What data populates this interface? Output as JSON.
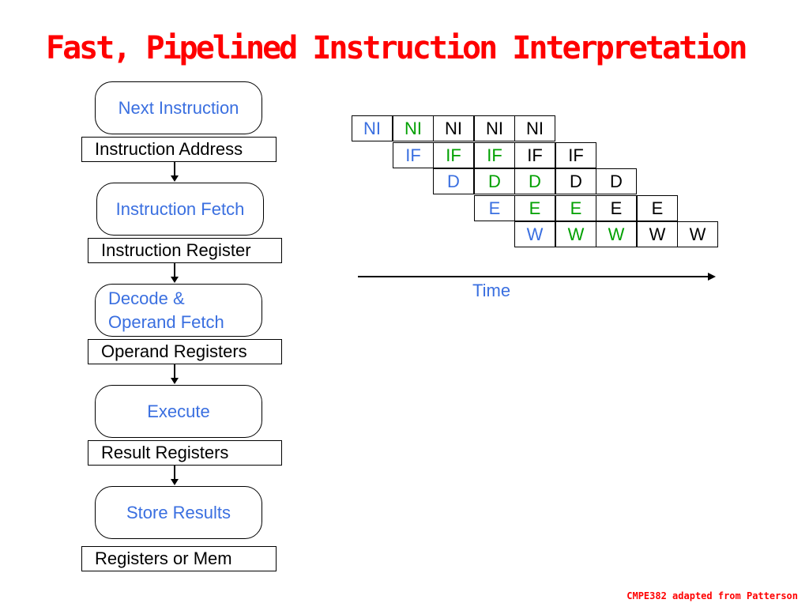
{
  "title": "Fast, Pipelined Instruction Interpretation",
  "footer": "CMPE382 adapted from Patterson",
  "colors": {
    "title": "#ff0000",
    "stage_text": "#3a6fe0",
    "blue": "#3a6fe0",
    "green": "#00a000",
    "black": "#000000"
  },
  "flow": {
    "stages": [
      {
        "label": "Next Instruction"
      },
      {
        "label": "Instruction Fetch"
      },
      {
        "label": "Decode &\nOperand Fetch"
      },
      {
        "label": "Execute"
      },
      {
        "label": "Store Results"
      }
    ],
    "registers": [
      {
        "label": "Instruction Address"
      },
      {
        "label": "Instruction Register"
      },
      {
        "label": "Operand Registers"
      },
      {
        "label": "Result Registers"
      },
      {
        "label": "Registers or Mem"
      }
    ]
  },
  "pipeline": {
    "rows": [
      {
        "stage": "NI",
        "colors": [
          "blue",
          "green",
          "black",
          "black",
          "black"
        ]
      },
      {
        "stage": "IF",
        "colors": [
          "blue",
          "green",
          "green",
          "black",
          "black"
        ]
      },
      {
        "stage": "D",
        "colors": [
          "blue",
          "green",
          "green",
          "black",
          "black"
        ]
      },
      {
        "stage": "E",
        "colors": [
          "blue",
          "green",
          "green",
          "black",
          "black"
        ]
      },
      {
        "stage": "W",
        "colors": [
          "blue",
          "green",
          "green",
          "black",
          "black"
        ]
      }
    ],
    "time_label": "Time"
  }
}
